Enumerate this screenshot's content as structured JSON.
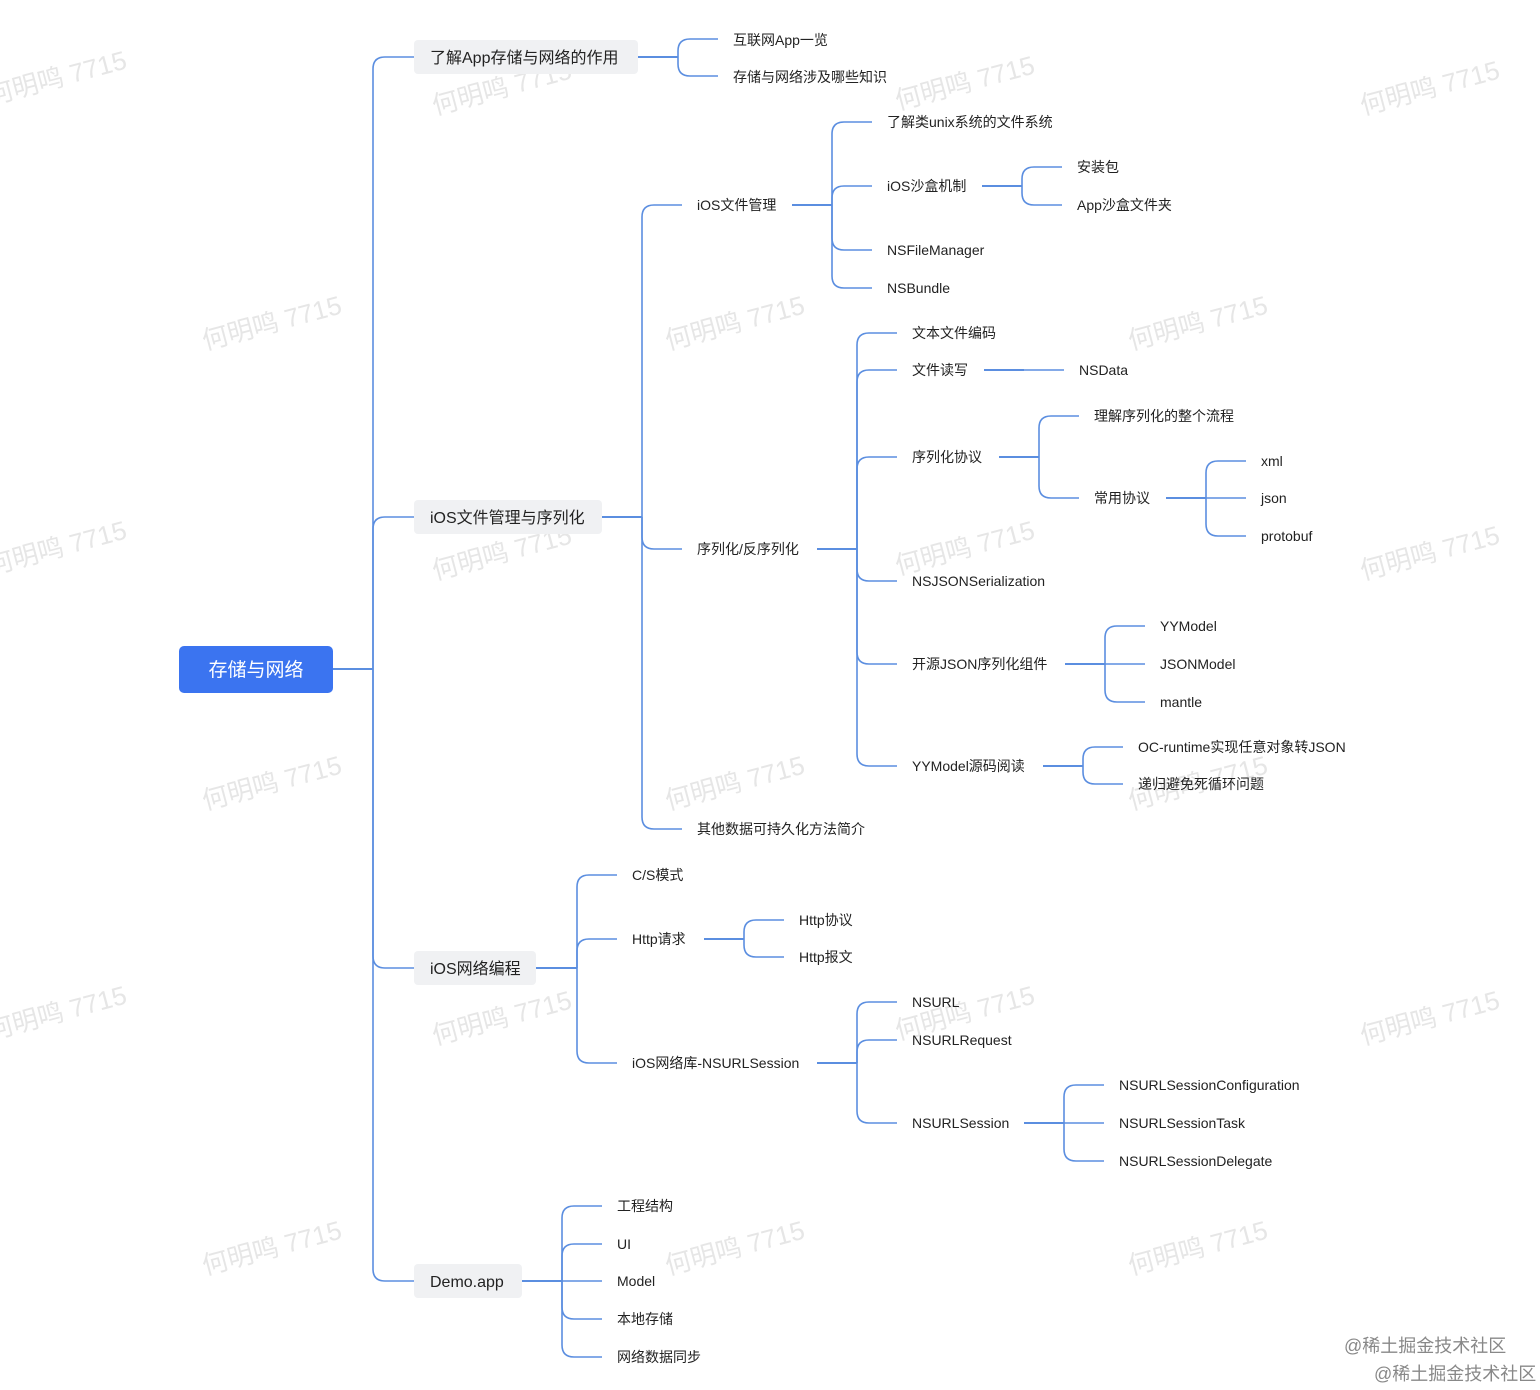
{
  "colors": {
    "link": "#5b8ee0",
    "root_fill": "#3b74f0",
    "branch_fill": "#f0f1f3",
    "watermark": "#e6e6e6"
  },
  "mindmap": {
    "root": "存储与网络",
    "branches": {
      "b1": "了解App存储与网络的作用",
      "b2": "iOS文件管理与序列化",
      "b3": "iOS网络编程",
      "b4": "Demo.app"
    },
    "nodes": {
      "n_apps": "互联网App一览",
      "n_knowledge": "存储与网络涉及哪些知识",
      "n_file_mgmt": "iOS文件管理",
      "n_unix": "了解类unix系统的文件系统",
      "n_sandbox": "iOS沙盒机制",
      "n_pkg": "安装包",
      "n_sandbox_dir": "App沙盒文件夹",
      "n_nsfm": "NSFileManager",
      "n_nsbundle": "NSBundle",
      "n_serial": "序列化/反序列化",
      "n_encoding": "文本文件编码",
      "n_rw": "文件读写",
      "n_nsdata": "NSData",
      "n_protocol": "序列化协议",
      "n_flow": "理解序列化的整个流程",
      "n_common": "常用协议",
      "n_xml": "xml",
      "n_json": "json",
      "n_protobuf": "protobuf",
      "n_nsjson": "NSJSONSerialization",
      "n_opensrc": "开源JSON序列化组件",
      "n_yymodel": "YYModel",
      "n_jsonmodel": "JSONModel",
      "n_mantle": "mantle",
      "n_yyread": "YYModel源码阅读",
      "n_runtime": "OC-runtime实现任意对象转JSON",
      "n_recursion": "递归避免死循环问题",
      "n_other": "其他数据可持久化方法简介",
      "n_cs": "C/S模式",
      "n_http": "Http请求",
      "n_httpproto": "Http协议",
      "n_httpmsg": "Http报文",
      "n_netlib": "iOS网络库-NSURLSession",
      "n_nsurl": "NSURL",
      "n_nsurlreq": "NSURLRequest",
      "n_nsurlsession": "NSURLSession",
      "n_config": "NSURLSessionConfiguration",
      "n_task": "NSURLSessionTask",
      "n_delegate": "NSURLSessionDelegate",
      "n_struct": "工程结构",
      "n_ui": "UI",
      "n_model": "Model",
      "n_local": "本地存储",
      "n_sync": "网络数据同步"
    }
  },
  "watermark": "何明鸣 7715",
  "footer": {
    "line1": "@稀土掘金技术社区",
    "line2": "@稀土掘金技术社区"
  }
}
